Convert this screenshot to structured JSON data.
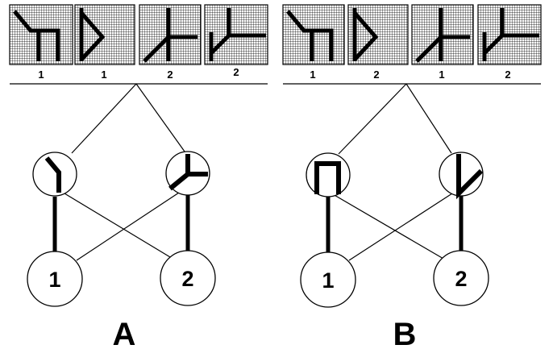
{
  "panels": [
    {
      "id": "A",
      "label": "A",
      "tiles": [
        {
          "label": "1",
          "pattern": "corner-bracket-down"
        },
        {
          "label": "1",
          "pattern": "chevron-right"
        },
        {
          "label": "2",
          "pattern": "diagonal-tee"
        },
        {
          "label": "2",
          "pattern": "vertical-corner"
        }
      ],
      "hidden_units": [
        {
          "glyph": "slash-hook-icon"
        },
        {
          "glyph": "y-junction-icon"
        }
      ],
      "output_units": [
        {
          "label": "1"
        },
        {
          "label": "2"
        }
      ],
      "strong_links": [
        [
          "h0",
          "o0"
        ],
        [
          "h1",
          "o1"
        ]
      ],
      "weak_links": [
        [
          "h0",
          "o1"
        ],
        [
          "h1",
          "o0"
        ]
      ]
    },
    {
      "id": "B",
      "label": "B",
      "tiles": [
        {
          "label": "1",
          "pattern": "corner-bracket-down"
        },
        {
          "label": "2",
          "pattern": "chevron-right"
        },
        {
          "label": "1",
          "pattern": "diagonal-tee"
        },
        {
          "label": "2",
          "pattern": "vertical-corner"
        }
      ],
      "hidden_units": [
        {
          "glyph": "bracket-icon"
        },
        {
          "glyph": "v-check-icon"
        }
      ],
      "output_units": [
        {
          "label": "1"
        },
        {
          "label": "2"
        }
      ],
      "strong_links": [
        [
          "h0",
          "o0"
        ],
        [
          "h1",
          "o1"
        ]
      ],
      "weak_links": [
        [
          "h0",
          "o1"
        ],
        [
          "h1",
          "o0"
        ]
      ]
    }
  ]
}
